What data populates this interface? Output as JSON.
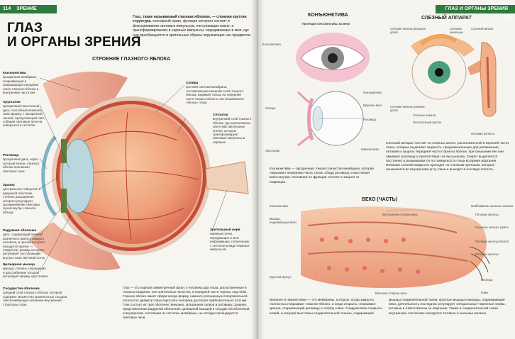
{
  "left_page": {
    "page_number": "114",
    "section_tag": "ЗРЕНИЕ",
    "title_line1": "ГЛАЗ",
    "title_line2": "И ОРГАНЫ ЗРЕНИЯ",
    "intro_lead": "Глаз, также называемый глазным яблоком, — сложная круглая структура,",
    "intro_rest": "сенсорный орган, функция которого состоит в фокусировании световых импульсов, поступающих извне, и трансформировании в нервные импульсы, передаваемые в мозг, где они преобразуются в зрительные образы окружающих нас предметов.",
    "diagram_title": "СТРОЕНИЕ ГЛАЗНОГО ЯБЛОКА",
    "labels": {
      "conjunctiva": {
        "title": "Конъюнктива",
        "text": "прозрачная мембрана, покрывающая и защищающая передние части глазного яблока и внутренние части век"
      },
      "cornea": {
        "title": "Хрусталик",
        "text": "прозрачный пластичный диск, способный изменять свою форму, с прозрачной линзой, пропускающей свет, собирая световые лучи на поверхности сетчатки"
      },
      "iris": {
        "title": "Роговица",
        "text": "прозрачный диск, через который внутрь глазного яблока проникают световые лучи"
      },
      "pupil": {
        "title": "Зрачок",
        "text": "центральное отверстие в радужной оболочке, степень расширения которого регулирует проникновение световых лучей внутрь глазного яблока"
      },
      "iris2": {
        "title": "Радужная оболочка",
        "text": "диск, содержащий пигмент различного цвета у каждого человека, в центре которого находится зрачок — отверстие, размер которого регулирует поступающий внутрь глаза световой поток"
      },
      "ciliary": {
        "title": "Цилиарная мышца",
        "text": "мышца, степень сокращения и расслабления которой регулирует форму хрусталика"
      },
      "vitreous": {
        "title": "Сосудистая оболочка",
        "text": "средний слой глазного яблока, который содержит множество кровеносных сосудов, обеспечивающих питанием внутренние структуры глаза"
      },
      "sclera": {
        "title": "Склера",
        "text": "прочная светлая мембрана, составляющая внешний слой глазного яблока, видимая только на передней части глаза в области так называемого «белка» глаза"
      },
      "retina": {
        "title": "Сетчатка",
        "text": "внутренний слой глазного яблока, где расположены светочувствительные клетки, которые трансформируют световые импульсы в нервные"
      },
      "optic": {
        "title": "Зрительный нерв",
        "text": "нервные пучки, передающие в мозг информацию, полученную с сетчатки в виде нервных импульсов"
      }
    },
    "bottom_text": "Глаз — это парный симметричный орган: у человека два глаза, расположенные в глазных впадинах, или зрительных полостях, в передней части черепа, под лбом. Глазное яблоко имеет сферическую форму, немного уплощенную в вертикальной плоскости; диаметр глаза взрослого человека достигает приблизительно 24,5 мм. Глаз состоит из трех оболочек: внешних, прозрачная склера и роговица; средняя, представленная радужной оболочкой, цилиарной мышцей и сосудистой оболочкой, и внутренняя, состоящая из сетчатки, мембраны, на которую проецируются световые лучи."
  },
  "right_page": {
    "page_number": "115",
    "section_tag": "ГЛАЗ И ОРГАНЫ ЗРЕНИЯ",
    "conjunctiva_title": "КОНЪЮНКТИВА",
    "conjunctiva_sub": "Проекция конъюнктивы на веко",
    "lacrimal_title": "СЛЕЗНЫЙ АППАРАТ",
    "conj_labels": [
      "Конъюнктива",
      "Склера",
      "Хрусталик",
      "Конъюнктива",
      "Верхнее веко",
      "Роговица",
      "Нижнее веко"
    ],
    "lac_labels": [
      "Слезная железа (верхняя доля)",
      "Слезная железа (нижняя доля)",
      "Слезные каналы",
      "Слезный мешок",
      "Носослезный проток",
      "Носовая полость",
      "Слезные канальцы"
    ],
    "lacrimal_text": "Слезный аппарат состоит из слезных желез, расположенной в верхней части глаза, которые выделяют жидкость, предназначенную для увлажнения, питания и защиты передней части глазного яблока: при смыкании век они омывают роговицу и препятствуют ее высыханию. Секрет выделяется постоянно и размазывается по поверхности глаза во время моргания. Излишки слезной жидкости проходят по слезным протокам, которые начинаются во внутреннем углу глаза и выходят в носовую полость.",
    "conj_text": "Конъюнктива — прозрачная тонкая слизистая мембрана, которая покрывает переднюю часть глаза, обода роговицу, и выстилает веки изнутри. Основная ее функция состоит в защите от инфекции.",
    "eyelid_title": "ВЕКО (ЧАСТЬ)",
    "eyelid_labels_left": [
      "Конъюнктива",
      "Мышца, поднимающая веко",
      "Круглый мускул"
    ],
    "eyelid_labels_right": [
      "Мейбомиевы сальные железы",
      "Потовые железы",
      "Сальные железы Цейса",
      "Потовые железы Молля",
      "Потовые железы",
      "Ресница",
      "Кожа"
    ],
    "eyelid_labels_top": [
      "Внутренняя сторона века"
    ],
    "eyelid_labels_bottom": [
      "Внешняя сторона века"
    ],
    "bottom_left": "Верхнее и нижнее веки — это мембраны, которые, когда закрыты, полностью покрывают глазное яблоко, а когда открыты, открывают зрение, открывающий роговицу и склеру глаза. Снаружи веки покрыты кожей, а изнутри выстланы соединительной тканью, содержащей",
    "bottom_right": "мышцы соединительной ткани, круглые мышцы и мышцы, поднимающие веко, деятельность последних регулирует специальные черепные нервы, которые и ответственны за моргание. Также в соединительной ткани внутренних частей век находятся потовые и сальные железы"
  }
}
